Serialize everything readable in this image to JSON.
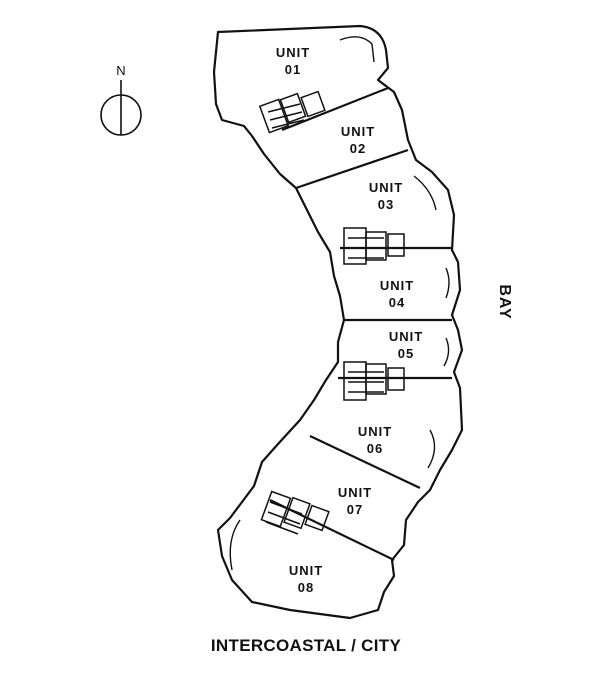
{
  "compass": {
    "label": "N"
  },
  "side_label": "BAY",
  "bottom_label": "INTERCOASTAL / CITY",
  "units": [
    {
      "line1": "UNIT",
      "line2": "01"
    },
    {
      "line1": "UNIT",
      "line2": "02"
    },
    {
      "line1": "UNIT",
      "line2": "03"
    },
    {
      "line1": "UNIT",
      "line2": "04"
    },
    {
      "line1": "UNIT",
      "line2": "05"
    },
    {
      "line1": "UNIT",
      "line2": "06"
    },
    {
      "line1": "UNIT",
      "line2": "07"
    },
    {
      "line1": "UNIT",
      "line2": "08"
    }
  ]
}
